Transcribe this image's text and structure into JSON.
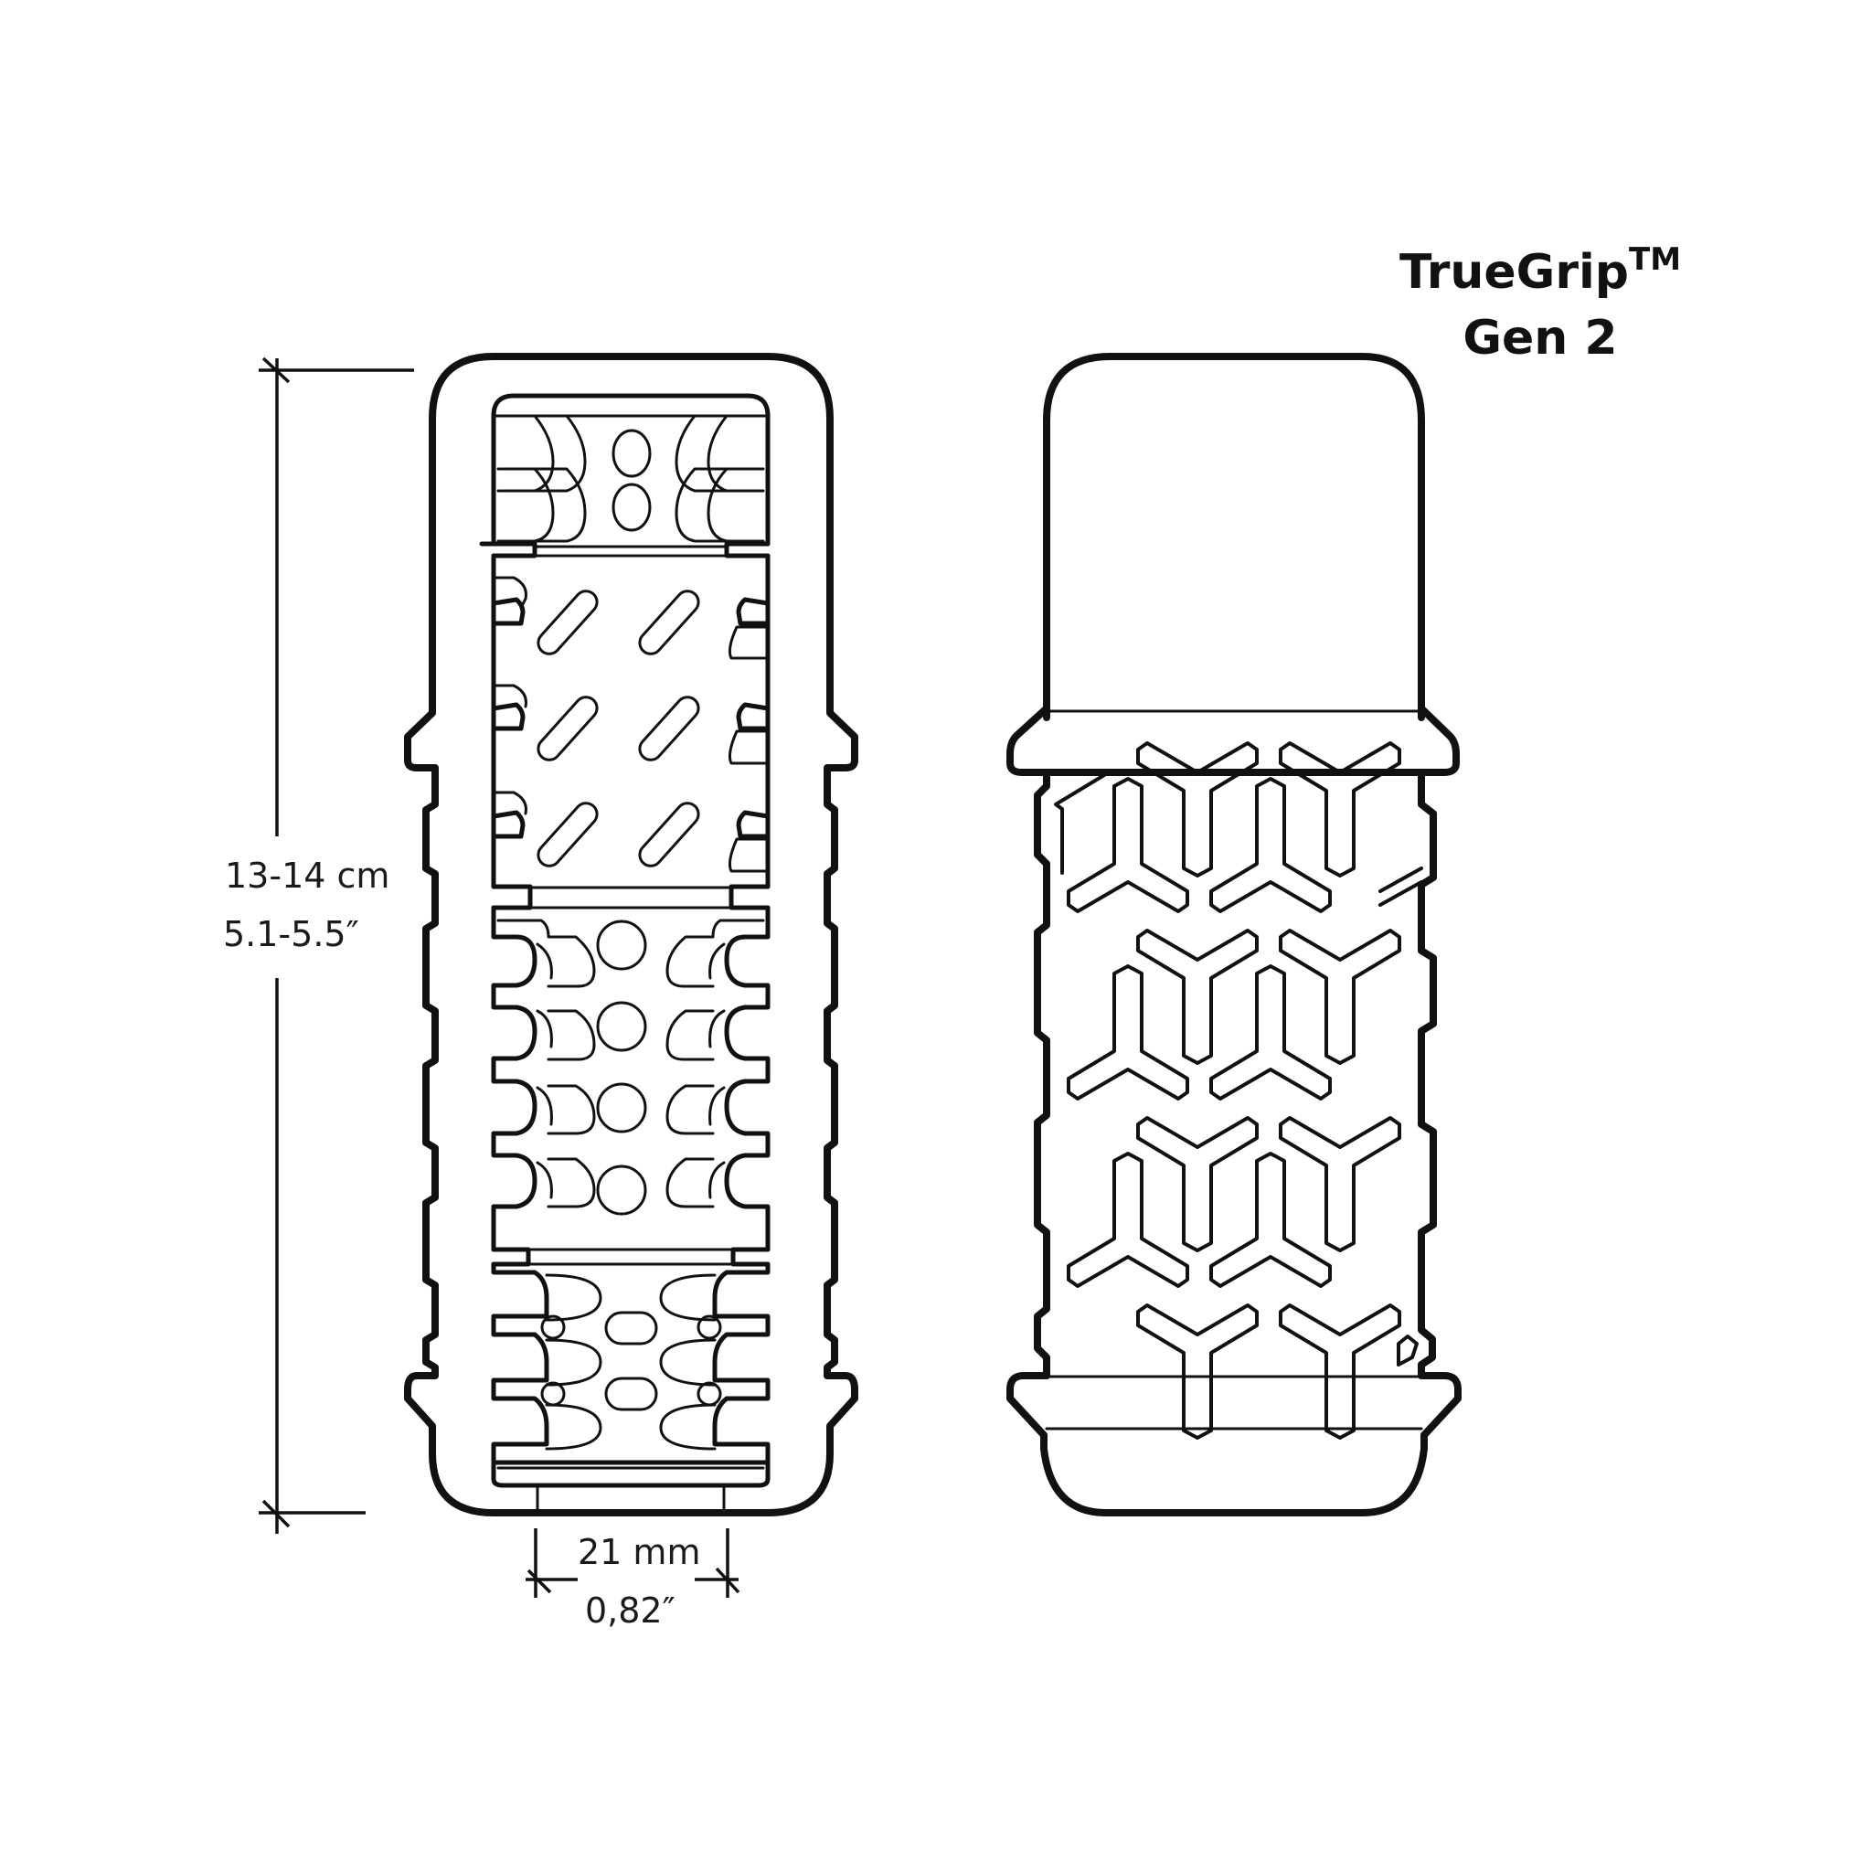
{
  "title": {
    "product": "TrueGrip",
    "trademark": "TM",
    "generation": "Gen 2"
  },
  "dimensions": {
    "length": {
      "metric": "13-14 cm",
      "imperial": "5.1-5.5″"
    },
    "width": {
      "metric": "21 mm",
      "imperial": "0,82″"
    }
  },
  "views": [
    {
      "name": "cross-section-view",
      "description": "Inner texture: bead rows, diagonal ribs, bump rows, oval nubs"
    },
    {
      "name": "exterior-view",
      "description": "Outer sleeve with cap, flanges and Y-pattern grip"
    }
  ],
  "colors": {
    "line": "#111111",
    "background": "#ffffff"
  }
}
